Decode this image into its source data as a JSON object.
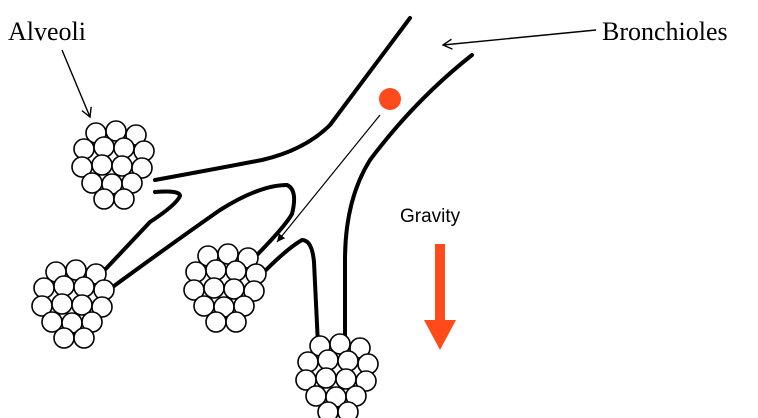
{
  "labels": {
    "alveoli": "Alveoli",
    "bronchioles": "Bronchioles",
    "gravity": "Gravity"
  },
  "colors": {
    "ink": "#000000",
    "particle": "#ff4a1c",
    "gravity_arrow": "#ff4a1c",
    "background": "#ffffff"
  },
  "icons": {
    "gravity": "down-arrow-icon",
    "particle": "particle-dot"
  }
}
